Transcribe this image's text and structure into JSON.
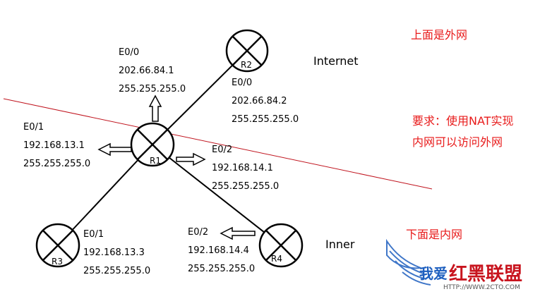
{
  "routers": {
    "r1": {
      "name": "R1"
    },
    "r2": {
      "name": "R2"
    },
    "r3": {
      "name": "R3"
    },
    "r4": {
      "name": "R4"
    }
  },
  "interfaces": {
    "r1_e00": {
      "port": "E0/0",
      "ip": "202.66.84.1",
      "mask": "255.255.255.0"
    },
    "r2_e00": {
      "port": "E0/0",
      "ip": "202.66.84.2",
      "mask": "255.255.255.0"
    },
    "r1_e01": {
      "port": "E0/1",
      "ip": "192.168.13.1",
      "mask": "255.255.255.0"
    },
    "r1_e02": {
      "port": "E0/2",
      "ip": "192.168.14.1",
      "mask": "255.255.255.0"
    },
    "r3_e01": {
      "port": "E0/1",
      "ip": "192.168.13.3",
      "mask": "255.255.255.0"
    },
    "r4_e02": {
      "port": "E0/2",
      "ip": "192.168.14.4",
      "mask": "255.255.255.0"
    }
  },
  "zones": {
    "internet": "Internet",
    "inner": "Inner"
  },
  "notes": {
    "upper": "上面是外网",
    "requirement_line1": "要求：使用NAT实现",
    "requirement_line2": "内网可以访问外网",
    "lower": "下面是内网"
  },
  "watermark": {
    "line1": "我爱",
    "line2": "红黑联盟",
    "url": "HTTP://WWW.2CTO.COM"
  },
  "colors": {
    "divider": "#c0141e",
    "note": "#e81a1a",
    "router_fill": "#ffffff",
    "watermark_blue": "#1e5fbf",
    "watermark_red": "#c8141e"
  }
}
